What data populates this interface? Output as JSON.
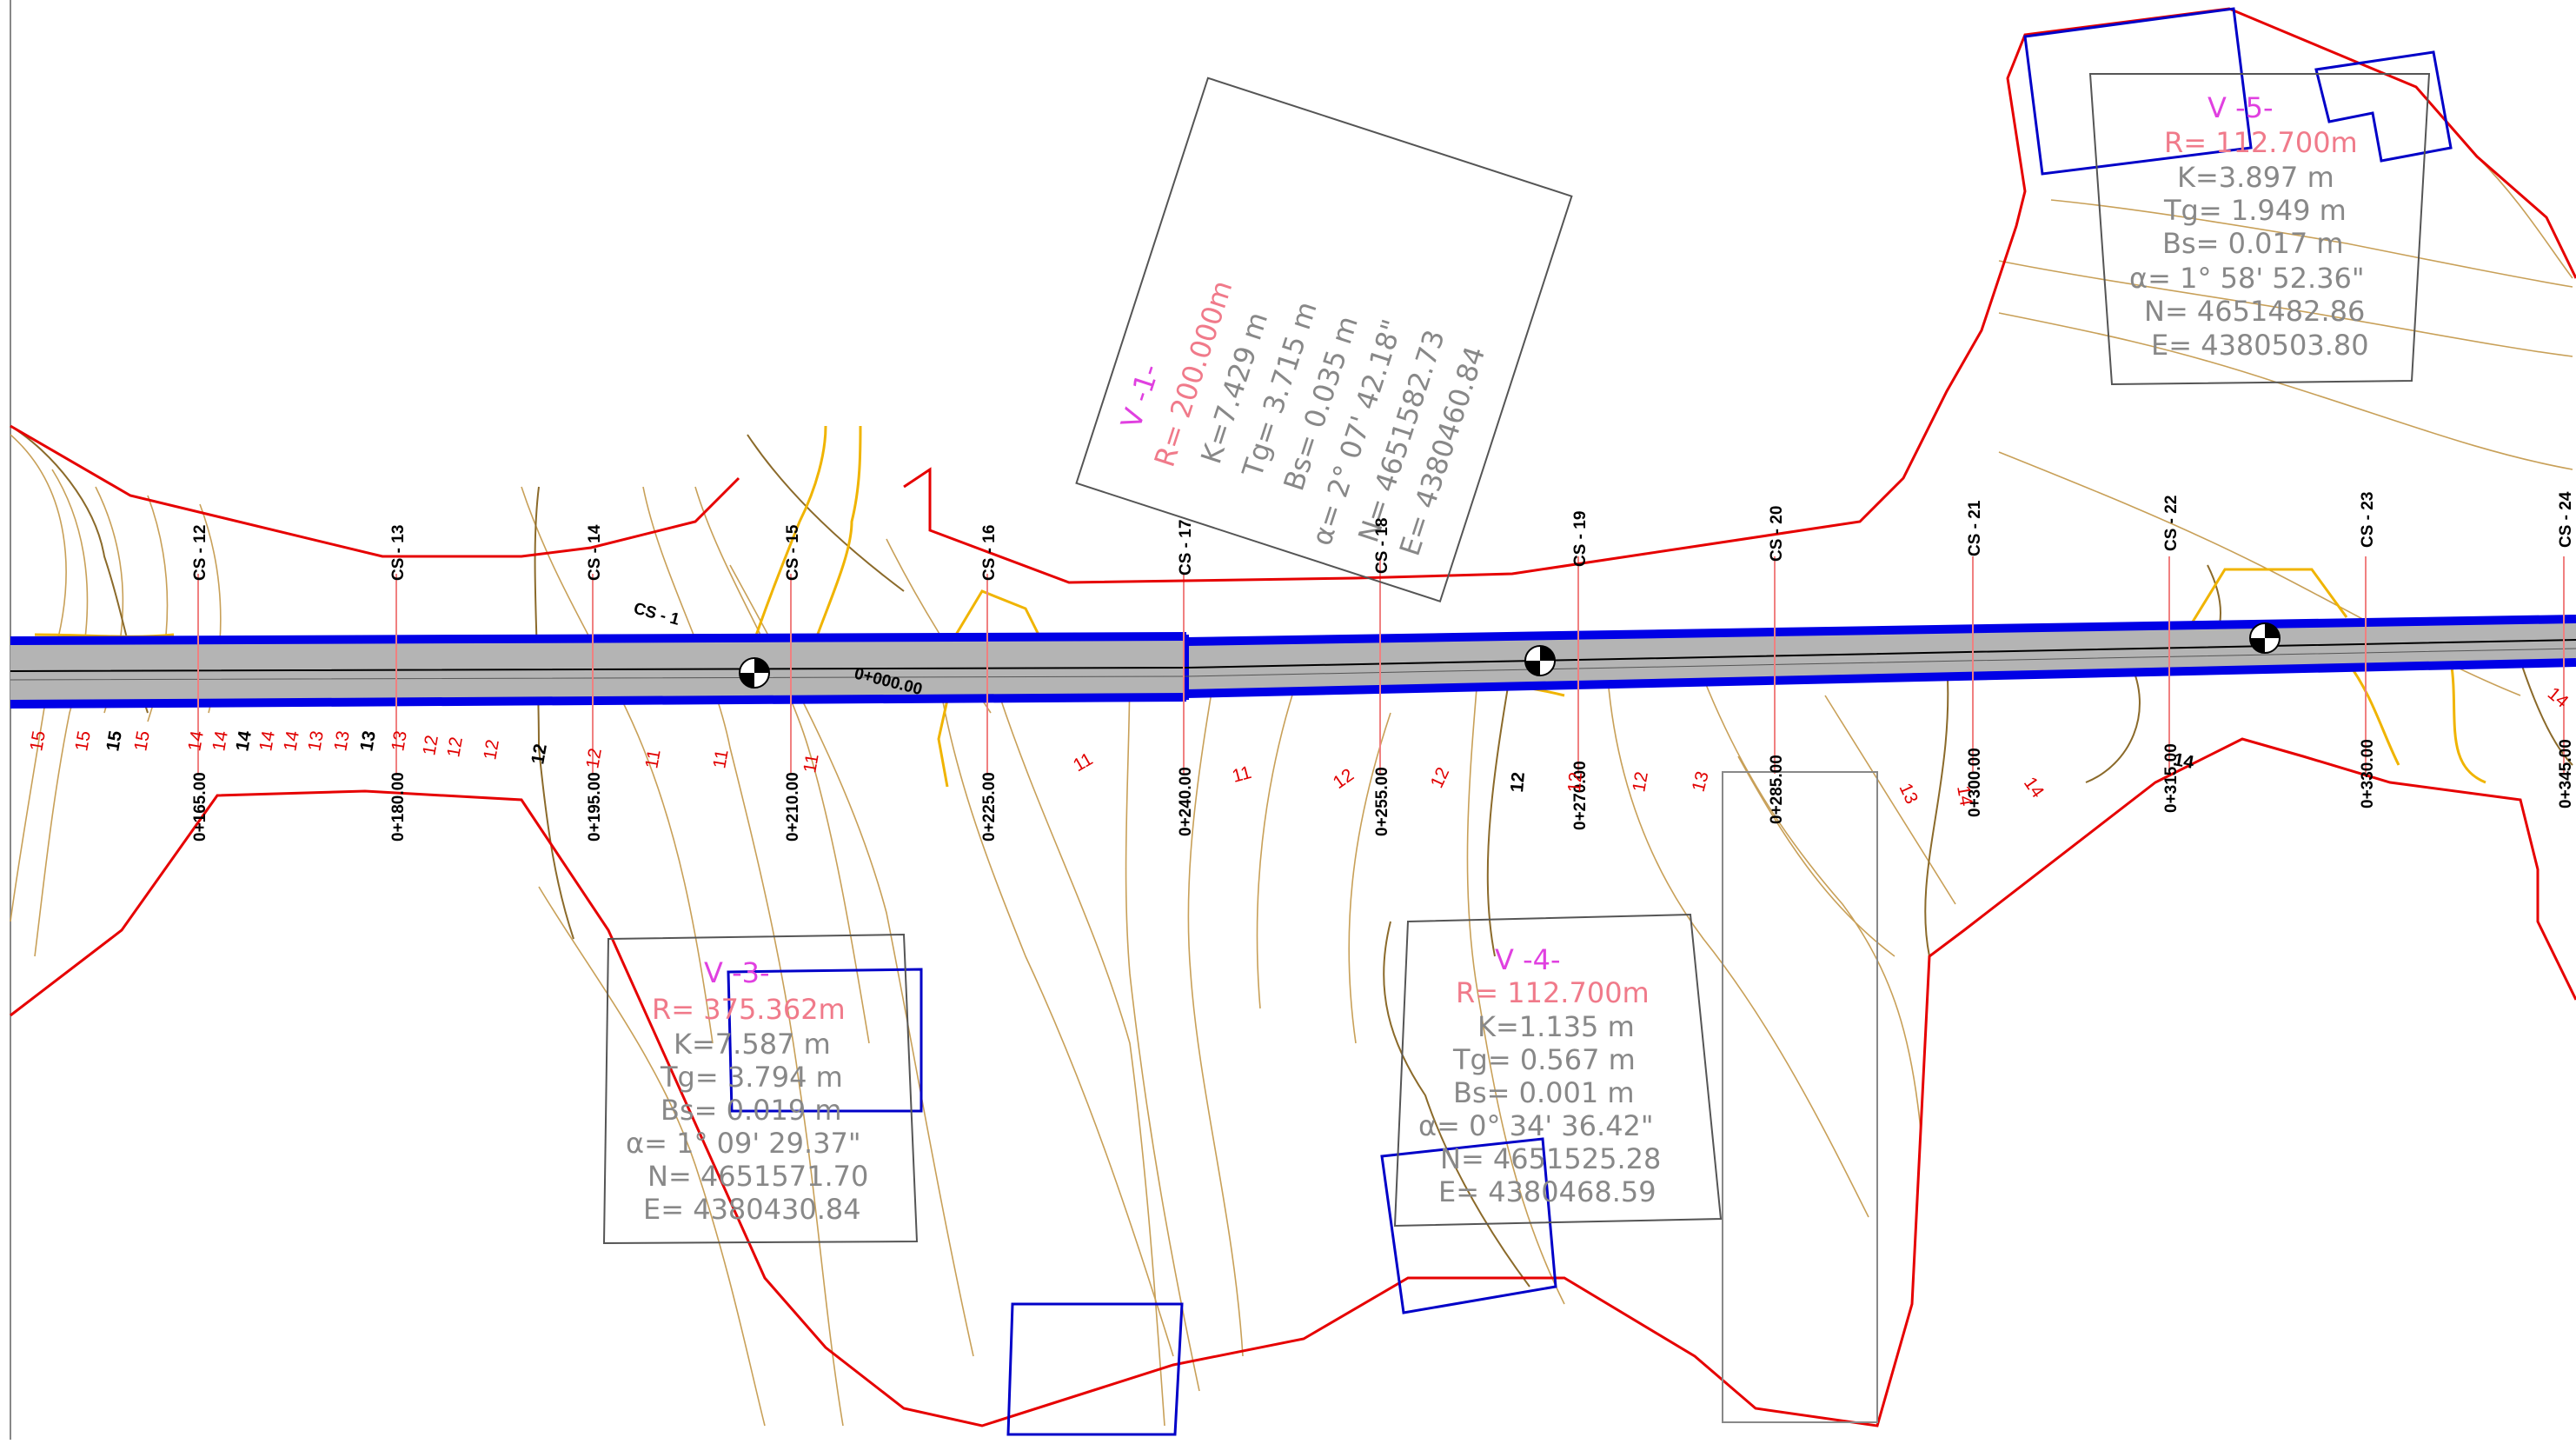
{
  "cross_sections": [
    "CS - 12",
    "CS - 13",
    "CS - 14",
    "CS - 15",
    "CS - 16",
    "CS - 17",
    "CS - 18",
    "CS - 19",
    "CS - 20",
    "CS - 21",
    "CS - 22",
    "CS - 23",
    "CS - 24"
  ],
  "cs_other": "CS - 1",
  "chainages": [
    "0+165.00",
    "0+180.00",
    "0+195.00",
    "0+210.00",
    "0+225.00",
    "0+240.00",
    "0+255.00",
    "0+270.00",
    "0+285.00",
    "0+300.00",
    "0+315.00",
    "0+330.00",
    "0+345.00"
  ],
  "chainage_start": "0+000.00",
  "elevations": {
    "left": [
      "15",
      "15",
      "15",
      "15",
      "14",
      "14",
      "14",
      "14",
      "14",
      "13",
      "13",
      "13",
      "13",
      "12",
      "12",
      "12",
      "12",
      "12",
      "11",
      "11",
      "11"
    ],
    "right": [
      "11",
      "11",
      "12",
      "12",
      "12",
      "12",
      "12",
      "13",
      "13",
      "14",
      "14",
      "14",
      "14"
    ]
  },
  "curves": [
    {
      "name": "V -1-",
      "R": "R= 200.000m",
      "K": "K=7.429 m",
      "Tg": "Tg= 3.715 m",
      "Bs": "Bs= 0.035 m",
      "alpha": "α= 2° 07' 42.18\"",
      "N": "N= 4651582.73",
      "E": "E= 4380460.84"
    },
    {
      "name": "V -3-",
      "R": "R= 375.362m",
      "K": "K=7.587 m",
      "Tg": "Tg= 3.794 m",
      "Bs": "Bs= 0.019 m",
      "alpha": "α= 1° 09' 29.37\"",
      "N": "N= 4651571.70",
      "E": "E= 4380430.84"
    },
    {
      "name": "V -4-",
      "R": "R= 112.700m",
      "K": "K=1.135 m",
      "Tg": "Tg= 0.567 m",
      "Bs": "Bs= 0.001 m",
      "alpha": "α= 0° 34' 36.42\"",
      "N": "N= 4651525.28",
      "E": "E= 4380468.59"
    },
    {
      "name": "V -5-",
      "R": "R= 112.700m",
      "K": "K=3.897 m",
      "Tg": "Tg= 1.949 m",
      "Bs": "Bs= 0.017 m",
      "alpha": "α= 1° 58' 52.36\"",
      "N": "N= 4651482.86",
      "E": "E= 4380503.80"
    }
  ],
  "colors": {
    "road": "#b4b4b4",
    "road_edge": "#0000e6",
    "boundary": "#e60000",
    "contour": "#c8a058",
    "contour_dark": "#8b6a2a",
    "ditch": "#f0b400",
    "parcel": "#0000c8"
  }
}
